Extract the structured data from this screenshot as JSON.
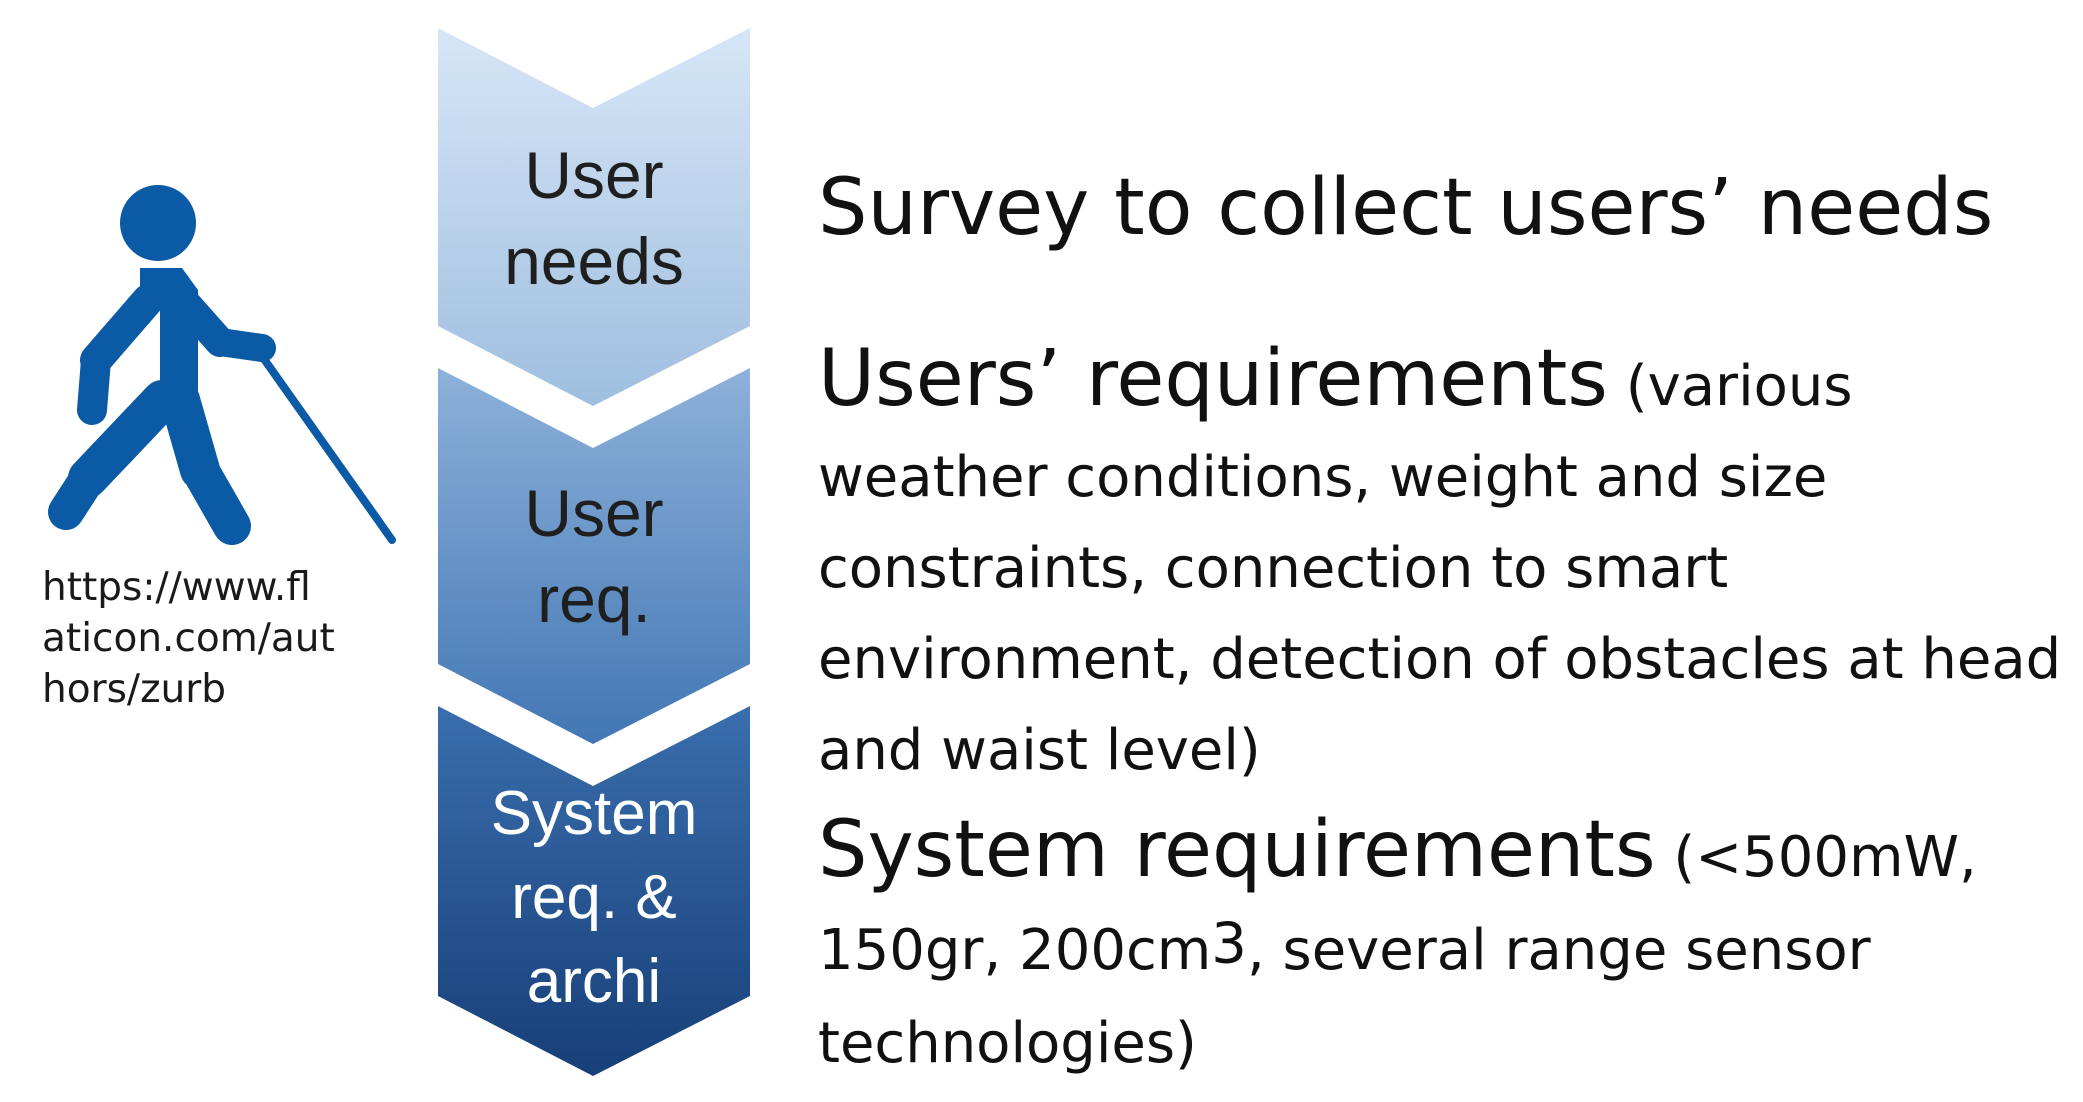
{
  "credit": {
    "lines": [
      "https://www.fl",
      "aticon.com/aut",
      "hors/zurb"
    ]
  },
  "icon": {
    "name": "blind-person-with-cane-icon",
    "color": "#0a5aa6"
  },
  "chevrons": [
    {
      "lines": [
        "User",
        "needs"
      ],
      "color_top": "#d6e6f7",
      "color_bottom": "#9fbedf"
    },
    {
      "lines": [
        "User",
        "req."
      ],
      "color_top": "#8db1da",
      "color_bottom": "#4277b4"
    },
    {
      "lines": [
        "System",
        "req. &",
        "archi"
      ],
      "color_top": "#3a6ead",
      "color_bottom": "#173f78"
    }
  ],
  "descriptions": [
    {
      "head": "Survey to collect users’ needs",
      "detail": ""
    },
    {
      "head": "Users’ requirements",
      "detail": " (various weather conditions, weight and size constraints, connection to smart environment, detection of obstacles at head and waist level)"
    },
    {
      "head": "System requirements",
      "detail_before": " (<500mW, 150gr, 200cm",
      "detail_sup": "3",
      "detail_after": ", several range sensor technologies)"
    }
  ]
}
